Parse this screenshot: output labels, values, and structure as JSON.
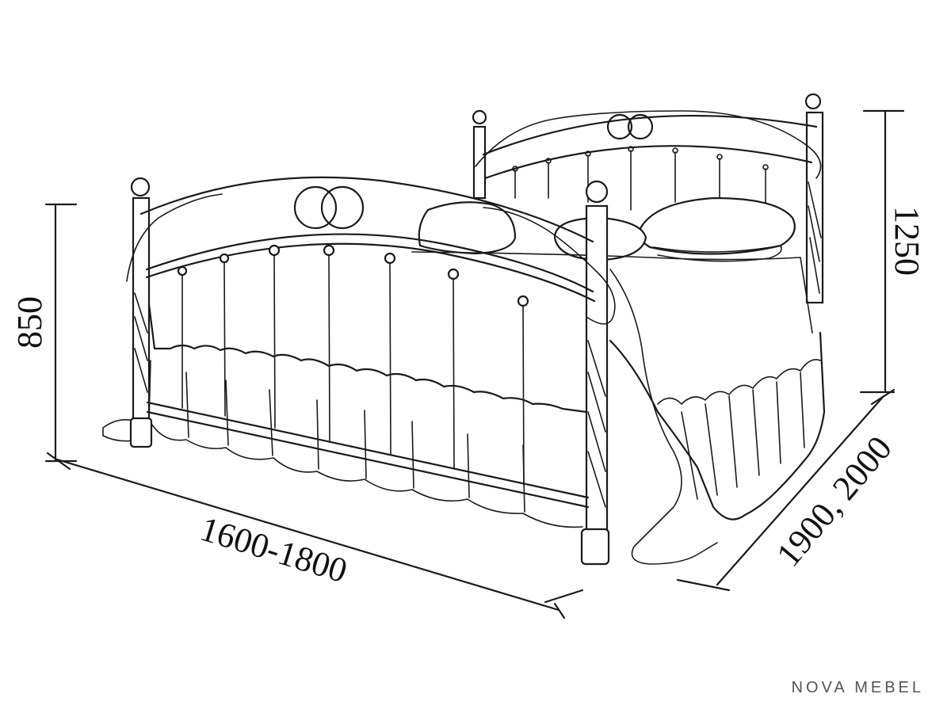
{
  "dimensions": {
    "width": "1600-1800",
    "length": "1900, 2000",
    "footboard_height": "850",
    "headboard_height": "1250"
  },
  "brand": {
    "name": "NOVA MEBEL"
  },
  "colors": {
    "line": "#1a1a1a",
    "background": "#ffffff",
    "brand": "#555555"
  }
}
